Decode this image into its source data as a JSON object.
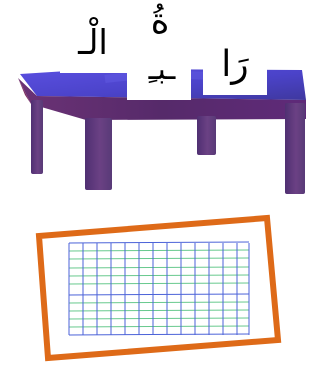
{
  "worksheet": {
    "letters": {
      "top": "ةُ",
      "left": "الْـ",
      "middle": "ـبـِ",
      "right": "رَا"
    }
  },
  "colors": {
    "table_top": "#4d45cf",
    "table_side": "#5a2f73",
    "table_leg": "#5d3d79",
    "frame": "#de6a18",
    "grid_blue": "#4b62d8",
    "grid_green": "#67c98d",
    "text": "#000000",
    "background": "#ffffff"
  },
  "icons": {
    "table": "table-icon",
    "writing_box": "handwriting-grid-icon"
  }
}
